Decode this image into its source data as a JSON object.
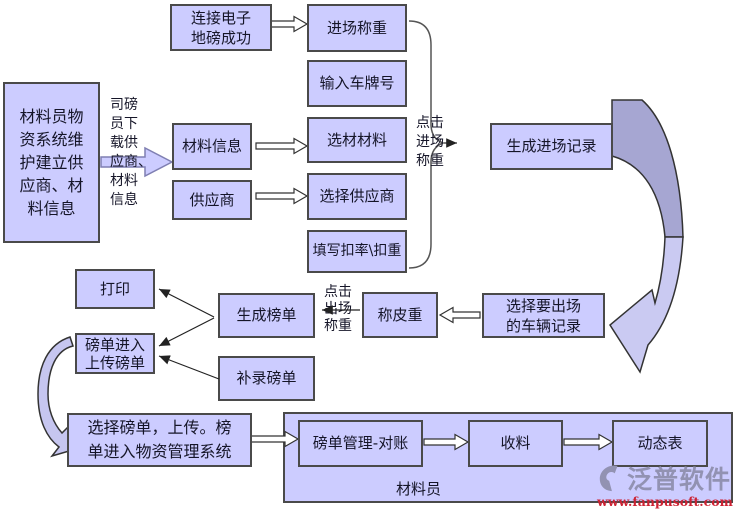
{
  "diagram": {
    "boxes": {
      "connect_scale": {
        "lines": [
          "连接电子",
          "地磅成功"
        ]
      },
      "entry_weigh": {
        "label": "进场称重"
      },
      "plate_number": {
        "label": "输入车牌号"
      },
      "select_material": {
        "label": "选材材料"
      },
      "select_supplier": {
        "label": "选择供应商"
      },
      "fill_deduction": {
        "label": "填写扣率\\扣重"
      },
      "material_system": {
        "lines": [
          "材料员物",
          "资系统维",
          "护建立供",
          "应商、材",
          "料信息"
        ]
      },
      "material_info": {
        "label": "材料信息"
      },
      "supplier": {
        "label": "供应商"
      },
      "entry_record": {
        "label": "生成进场记录"
      },
      "print": {
        "label": "打印"
      },
      "slip_enter_upload": {
        "lines": [
          "磅单进入",
          "上传磅单"
        ]
      },
      "generate_slip": {
        "label": "生成榜单"
      },
      "tare_weigh": {
        "label": "称皮重"
      },
      "select_exit_vehicle": {
        "lines": [
          "选择要出场",
          "的车辆记录"
        ]
      },
      "supplement_slip": {
        "label": "补录磅单"
      },
      "upload_to_system": {
        "lines": [
          "选择磅单，上传。榜",
          "单进入物资管理系统"
        ]
      },
      "slip_manage_reconcile": {
        "label": "磅单管理-对账"
      },
      "receive_material": {
        "label": "收料"
      },
      "dynamic_table": {
        "label": "动态表"
      }
    },
    "labels": {
      "driver_download": {
        "lines": [
          "司磅",
          "员下",
          "载供",
          "应商、",
          "材料",
          "信息"
        ]
      },
      "click_entry_weigh": {
        "lines": [
          "点击",
          "进场",
          "称重"
        ]
      },
      "click_exit_weigh": {
        "lines": [
          "点击",
          "出场",
          "称重"
        ]
      },
      "pool_role": "材料员"
    },
    "watermark": {
      "brand": "泛普软件",
      "url": "www.fanpusoft.com"
    },
    "colors": {
      "box_fill": "#ccccff",
      "box_border": "#4a4a4a",
      "curve_arrow_dark": "#a6a6d2",
      "curve_arrow_light": "#cacaf2",
      "block_arrow_fill": "#ffffff",
      "big_block_arrow_fill": "#ccccff",
      "logo_text": "#9292b2",
      "logo_url": "#cc2233"
    }
  }
}
